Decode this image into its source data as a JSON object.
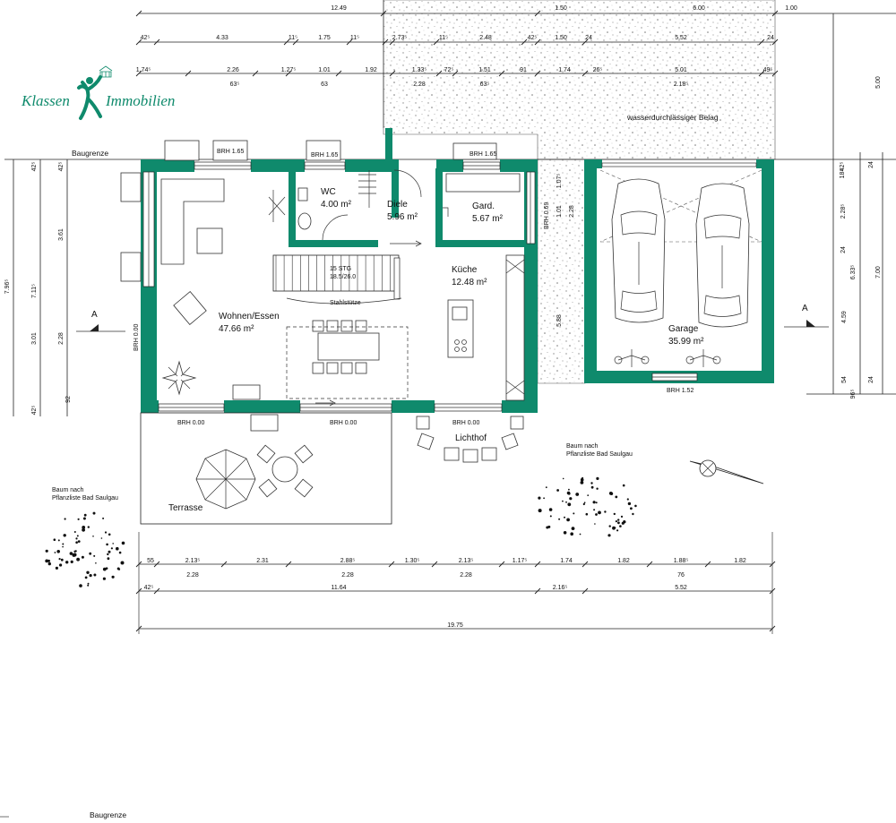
{
  "logo": {
    "word1": "Klassen",
    "word2": "Immobilien"
  },
  "colors": {
    "walls": "#0f8a6c",
    "lines": "#222222",
    "paving": "#9a9a9a"
  },
  "labels": {
    "baugrenze_top": "Baugrenze",
    "baugrenze_bottom": "Baugrenze",
    "belag": "wasserdurchlässiger Belag",
    "section_left": "A",
    "section_right": "A",
    "stahlstuetze": "Stahlstütze",
    "stair_steps": "15 STG",
    "stair_ratio": "18.5/26.0",
    "tree_left_1": "Baum nach",
    "tree_left_2": "Pflanzliste Bad Saulgau",
    "tree_right_1": "Baum nach",
    "tree_right_2": "Pflanzliste Bad Saulgau",
    "terrasse": "Terrasse",
    "lichthof": "Lichthof"
  },
  "rooms": {
    "wohnen": {
      "name": "Wohnen/Essen",
      "area": "47.66 m²"
    },
    "wc": {
      "name": "WC",
      "area": "4.00 m²"
    },
    "diele": {
      "name": "Diele",
      "area": "5.96 m²"
    },
    "gard": {
      "name": "Gard.",
      "area": "5.67 m²"
    },
    "kueche": {
      "name": "Küche",
      "area": "12.48 m²"
    },
    "garage": {
      "name": "Garage",
      "area": "35.99 m²"
    }
  },
  "brh": {
    "top1": "BRH 1.65",
    "top2": "BRH 1.65",
    "top3": "BRH 1.65",
    "left": "BRH 0.00",
    "right": "BRH 0.69",
    "bottom1": "BRH 0.00",
    "bottom2": "BRH 0.00",
    "bottom3": "BRH 0.00",
    "garage": "BRH 1.52"
  },
  "dims_top": {
    "r0_a": "12.49",
    "r0_b": "1.50",
    "r0_c": "6.00",
    "r0_d": "1.00",
    "r1": [
      "42⁵",
      "4.33",
      "11⁵",
      "1.75",
      "11⁵",
      "2.73⁵",
      "11⁵",
      "2.48",
      "42⁵",
      "1.50",
      "24",
      "5.52",
      "24"
    ],
    "r2": [
      "1.74⁵",
      "2.26",
      "1.27⁵",
      "1.01",
      "1.92",
      "1.33⁵",
      "72⁵",
      "1.51",
      "91",
      "1.74",
      "26⁵",
      "5.01",
      "49⁵"
    ],
    "r3": [
      "63⁵",
      "63",
      "2.28",
      "63⁵",
      "2.18⁵"
    ]
  },
  "dims_left": [
    "7.96⁵",
    "7.11⁵",
    "42⁵",
    "42⁵",
    "3.61",
    "3.01",
    "2.28",
    "92",
    "42⁵"
  ],
  "dims_right": [
    "5.00",
    "42⁵",
    "18⁵",
    "24",
    "2.28⁵",
    "24",
    "6.33⁵",
    "7.00",
    "4.59",
    "54",
    "24",
    "96⁵"
  ],
  "dims_inner": [
    "1.07⁵",
    "1.01",
    "2.28",
    "5.88"
  ],
  "dims_bottom": {
    "r1": [
      "55",
      "2.13⁵",
      "2.31",
      "2.88⁵",
      "1.30⁵",
      "2.13⁵",
      "1.17⁵",
      "1.74",
      "1.82",
      "1.88⁵",
      "1.82"
    ],
    "r1_sub": [
      "2.28",
      "2.28",
      "2.28",
      "76"
    ],
    "r2": [
      "42⁵",
      "11.64",
      "2.16⁵",
      "5.52"
    ],
    "r3": [
      "19.75"
    ]
  }
}
